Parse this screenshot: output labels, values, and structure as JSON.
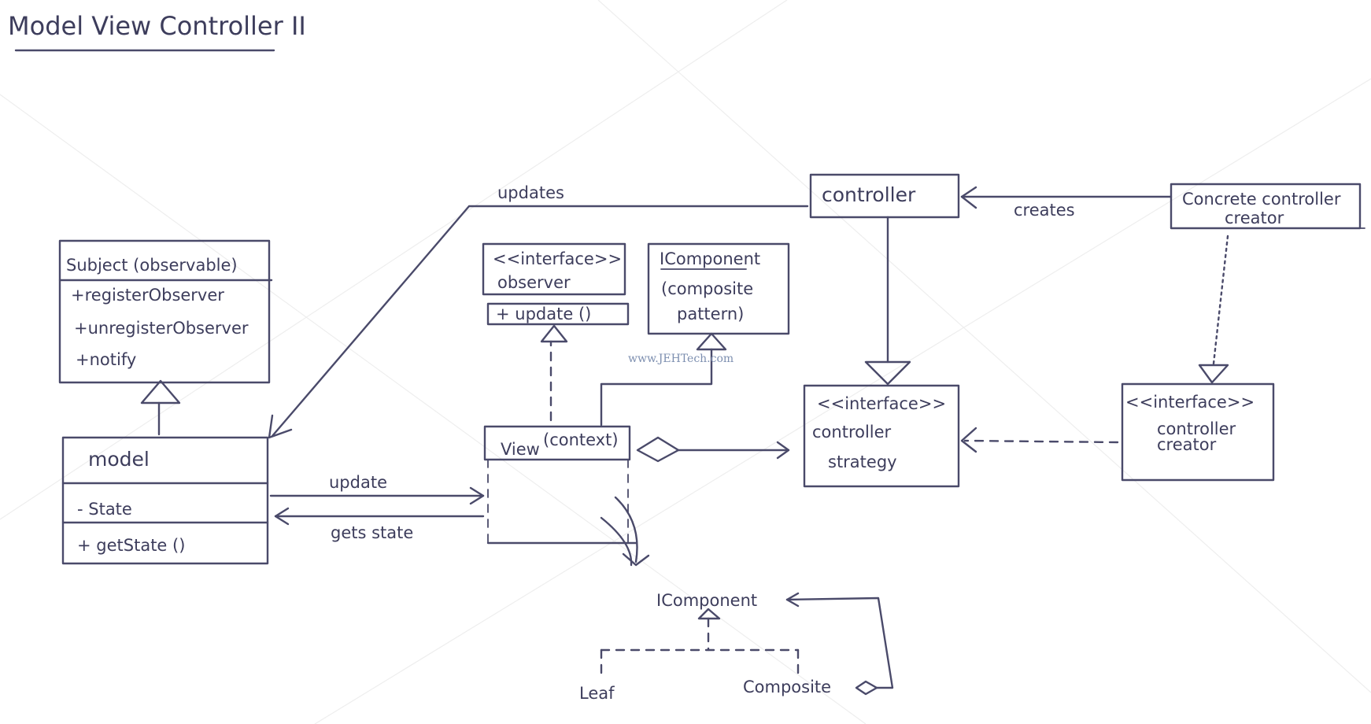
{
  "title": "Model View Controller II",
  "watermark": "www.JEHTech.com",
  "subject": {
    "name": "Subject (observable)",
    "methods": [
      "+registerObserver",
      "+unregisterObserver",
      "+notify"
    ]
  },
  "model": {
    "name": "model",
    "attribute": "- State",
    "method": "+ getState ()"
  },
  "observer": {
    "stereotype": "<<interface>>",
    "name": "observer",
    "method": "+ update ()"
  },
  "icomponent_box": {
    "name": "IComponent",
    "note_line1": "(composite",
    "note_line2": "pattern)"
  },
  "view": {
    "name": "View",
    "context": "(context)"
  },
  "controller": {
    "name": "controller"
  },
  "concrete_creator": {
    "line1": "Concrete controller",
    "line2": "creator"
  },
  "strategy": {
    "stereotype": "<<interface>>",
    "line1": "controller",
    "line2": "strategy"
  },
  "creator_interface": {
    "stereotype": "<<interface>>",
    "line1": "controller",
    "line2": "creator"
  },
  "composite": {
    "component": "IComponent",
    "leaf": "Leaf",
    "composite": "Composite"
  },
  "labels": {
    "updates": "updates",
    "creates": "creates",
    "update": "update",
    "gets_state": "gets state"
  }
}
